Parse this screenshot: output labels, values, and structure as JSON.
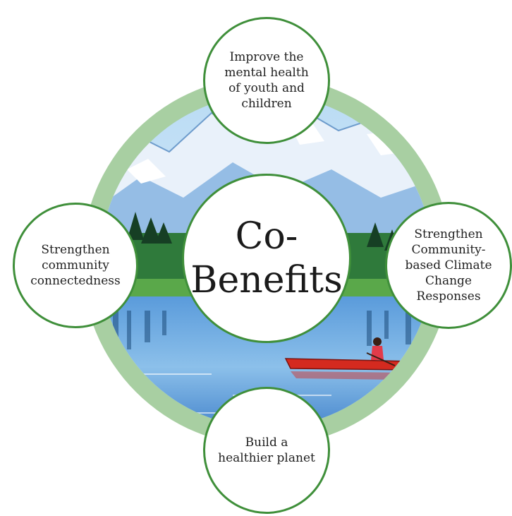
{
  "center_label": "Co-\nBenefits",
  "nodes": {
    "top": "Improve the\nmental health\nof youth and\nchildren",
    "left": "Strengthen\ncommunity\nconnectedness",
    "right": "Strengthen\nCommunity-\nbased Climate\nChange\nResponses",
    "bottom": "Build a\nhealthier planet"
  },
  "colors": {
    "ring": "#a8cfa2",
    "node_border": "#3f8f3a",
    "sky": "#cfe6f7",
    "mountains": "#eef4fb",
    "trees": "#1f5e2e",
    "water": "#4f8fd1",
    "canoe": "#d42a1f"
  }
}
